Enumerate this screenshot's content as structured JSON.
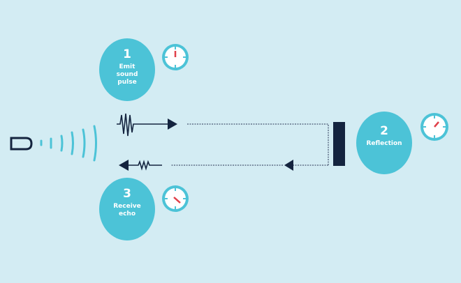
{
  "steps": [
    {
      "number": "1",
      "label": "Emit sound pulse"
    },
    {
      "number": "2",
      "label": "Reflection"
    },
    {
      "number": "3",
      "label": "Receive echo"
    }
  ],
  "colors": {
    "background": "#d3ecf3",
    "circle": "#4cc3d7",
    "dark": "#14243f",
    "hand": "#e0404a"
  },
  "icons": [
    "sensor-icon",
    "sound-waves-icon",
    "pulse-icon",
    "echo-icon",
    "reflector-icon",
    "clock-icon"
  ]
}
